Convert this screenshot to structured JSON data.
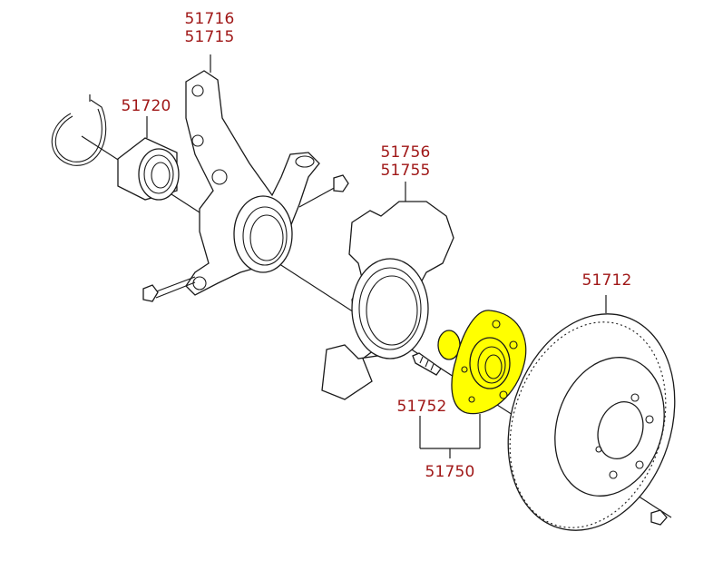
{
  "diagram": {
    "highlight_color": "#ffff00",
    "label_color": "#a01818",
    "parts": [
      {
        "id": "knuckle",
        "numbers": [
          "51716",
          "51715"
        ]
      },
      {
        "id": "wheel-bearing",
        "numbers": [
          "51720"
        ]
      },
      {
        "id": "dust-cover",
        "numbers": [
          "51756",
          "51755"
        ]
      },
      {
        "id": "brake-disc",
        "numbers": [
          "51712"
        ]
      },
      {
        "id": "hub-bolt",
        "numbers": [
          "51752"
        ]
      },
      {
        "id": "hub-assembly",
        "numbers": [
          "51750"
        ]
      }
    ]
  }
}
